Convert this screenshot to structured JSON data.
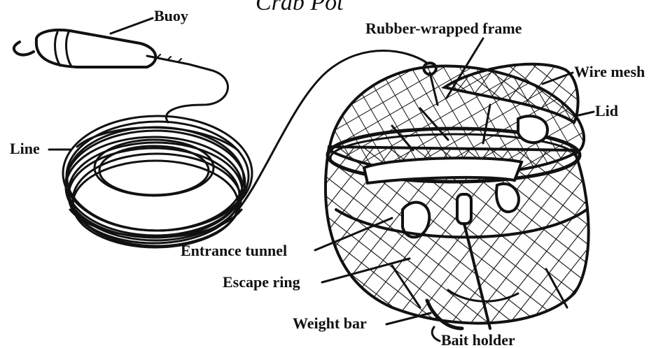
{
  "title_fragment": "Crab Pot",
  "labels": {
    "buoy": "Buoy",
    "frame": "Rubber-wrapped frame",
    "mesh": "Wire mesh",
    "lid": "Lid",
    "line": "Line",
    "tunnel": "Entrance tunnel",
    "escape": "Escape ring",
    "weight": "Weight bar",
    "bait": "Bait holder"
  }
}
